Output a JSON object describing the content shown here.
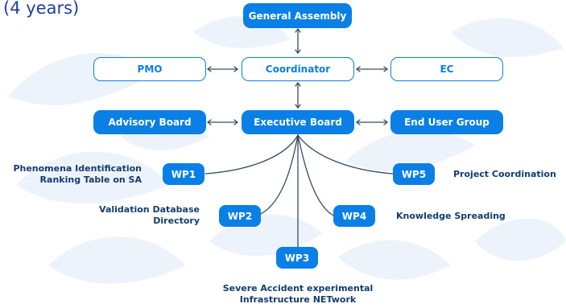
{
  "header": {
    "duration": "(4 years)"
  },
  "governance": {
    "general_assembly": "General Assembly",
    "pmo": "PMO",
    "coordinator": "Coordinator",
    "ec": "EC",
    "advisory_board": "Advisory Board",
    "executive_board": "Executive Board",
    "end_user_group": "End User Group"
  },
  "work_packages": [
    {
      "id": "WP1",
      "line1": "Phenomena Identification",
      "line2": "Ranking Table on SA"
    },
    {
      "id": "WP2",
      "line1": "Validation Database",
      "line2": "Directory"
    },
    {
      "id": "WP3",
      "line1": "Severe Accident experimental",
      "line2": "Infrastructure NETwork"
    },
    {
      "id": "WP4",
      "line1": "Knowledge Spreading"
    },
    {
      "id": "WP5",
      "line1": "Project Coordination"
    }
  ],
  "colors": {
    "accent": "#0a7fe6",
    "text": "#133d6e",
    "connector": "#334d66"
  }
}
